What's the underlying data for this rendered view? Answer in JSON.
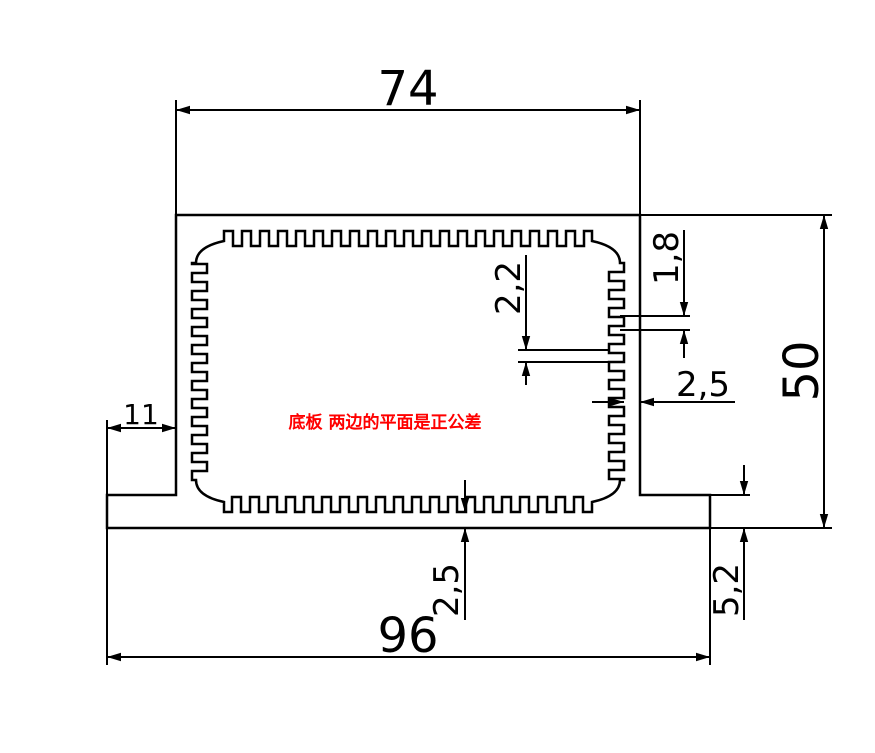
{
  "drawing": {
    "dimensions": {
      "top_width": "74",
      "total_width": "96",
      "height": "50",
      "flange_width": "11",
      "base_thickness": "2,5",
      "flange_height": "5,2",
      "fin_pitch": "1,8",
      "fin_gap": "2,2",
      "wall_thickness": "2,5"
    },
    "note": "底板 两边的平面是正公差"
  },
  "colors": {
    "line": "#000000",
    "note": "#ff0000"
  }
}
